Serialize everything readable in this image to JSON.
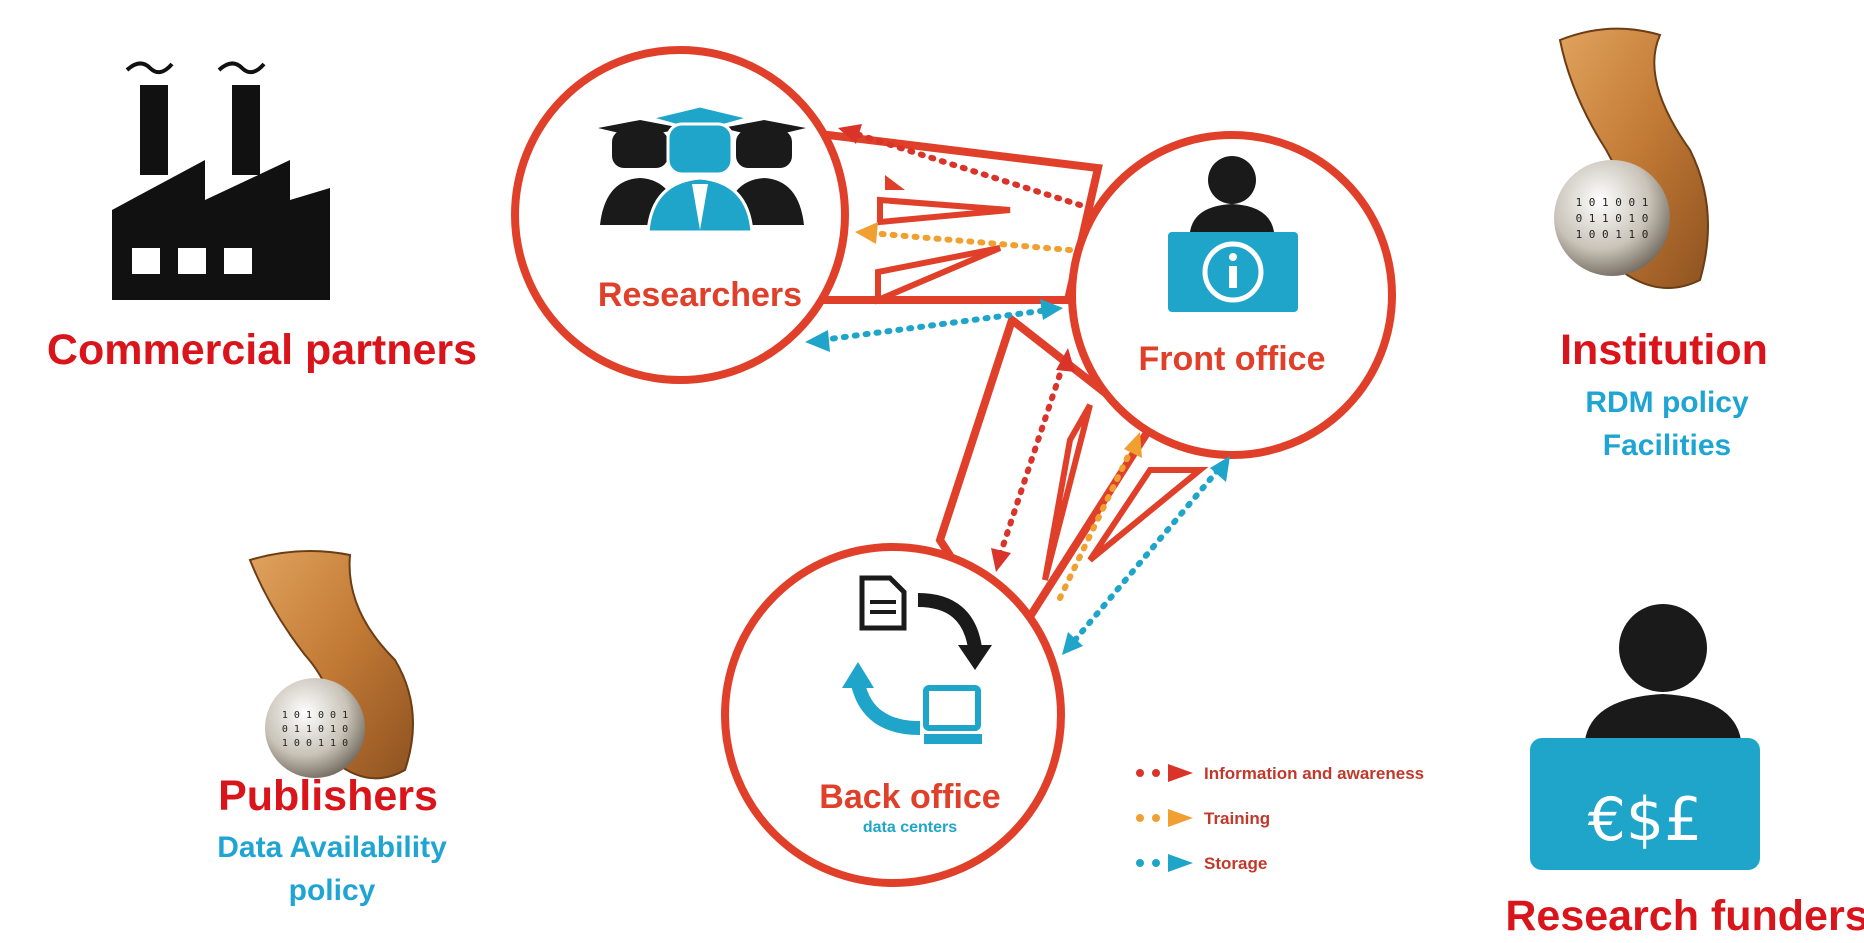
{
  "nodes": {
    "researchers": "Researchers",
    "front_office": "Front office",
    "back_office": "Back office",
    "back_office_sub": "data centers"
  },
  "stakeholders": {
    "commercial": "Commercial partners",
    "institution": "Institution",
    "institution_line1": "RDM policy",
    "institution_line2": "Facilities",
    "publishers": "Publishers",
    "publishers_line1": "Data Availability",
    "publishers_line2": "policy",
    "funders": "Research funders",
    "funders_symbol": "€$£"
  },
  "legend": {
    "items": [
      {
        "label": "Information and awareness",
        "color": "#d9332a"
      },
      {
        "label": "Training",
        "color": "#f0a030"
      },
      {
        "label": "Storage",
        "color": "#1fa5c9"
      }
    ]
  },
  "colors": {
    "ring": "#e0402a",
    "info": "#d9332a",
    "training": "#f0a030",
    "storage": "#1fa5c9",
    "label_red": "#d9151b",
    "label_blue": "#1fa5d3"
  },
  "icons": {
    "commercial": "factory-icon",
    "institution": "scroll-globe-icon",
    "publishers": "scroll-globe-icon",
    "funders": "funder-icon",
    "researchers": "graduates-icon",
    "front_office": "info-desk-icon",
    "back_office": "data-exchange-icon"
  }
}
